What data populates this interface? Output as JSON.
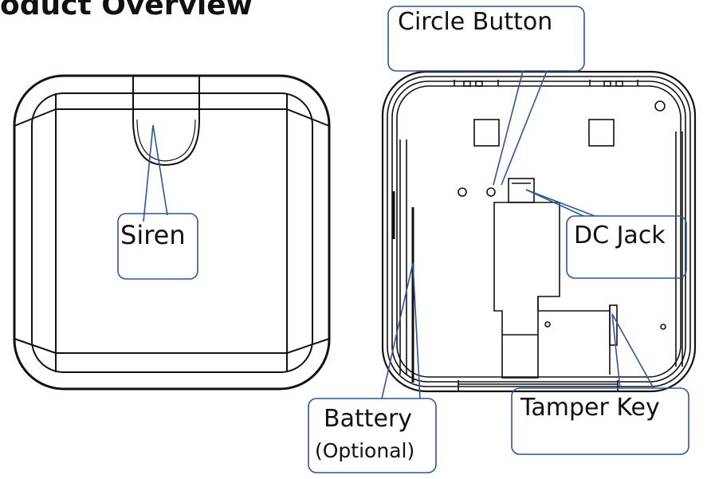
{
  "title": "oduct Overview",
  "labels": {
    "siren": "Siren",
    "circle_button": "Circle Button",
    "dc_jack": "DC Jack",
    "battery": "Battery",
    "battery_note": "(Optional)",
    "tamper_key": "Tamper Key"
  },
  "colors": {
    "outline": "#111111",
    "callout": "#2f5597"
  }
}
